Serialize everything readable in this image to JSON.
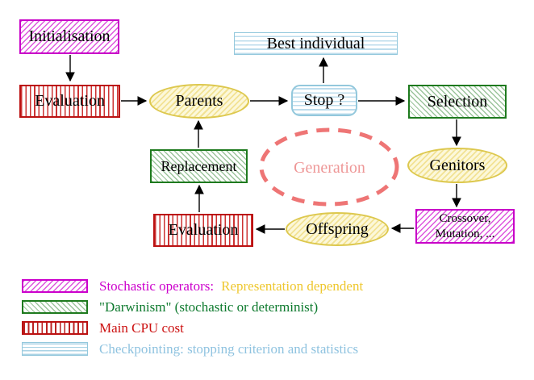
{
  "diagram": {
    "title": "evolutionary-algorithm-cycle",
    "nodes": {
      "initialisation": {
        "label": "Initialisation"
      },
      "evaluation_top": {
        "label": "Evaluation"
      },
      "parents": {
        "label": "Parents"
      },
      "best_individual": {
        "label": "Best individual"
      },
      "stop": {
        "label": "Stop ?"
      },
      "selection": {
        "label": "Selection"
      },
      "genitors": {
        "label": "Genitors"
      },
      "replacement": {
        "label": "Replacement"
      },
      "generation": {
        "label": "Generation"
      },
      "evaluation_bottom": {
        "label": "Evaluation"
      },
      "offspring": {
        "label": "Offspring"
      },
      "crossover": {
        "line1": "Crossover,",
        "line2": "Mutation, ..."
      }
    },
    "edges": [
      "initialisation->evaluation_top",
      "evaluation_top->parents",
      "parents->stop",
      "stop->best_individual",
      "stop->selection",
      "selection->genitors",
      "genitors->crossover",
      "crossover->offspring",
      "offspring->evaluation_bottom",
      "evaluation_bottom->replacement",
      "replacement->parents"
    ],
    "legend": {
      "row1": {
        "label": "Stochastic operators:",
        "label2": "Representation dependent"
      },
      "row2": {
        "label": "\"Darwinism\" (stochastic or determinist)"
      },
      "row3": {
        "label": "Main CPU cost"
      },
      "row4": {
        "label": "Checkpointing: stopping criterion and statistics"
      }
    },
    "colors": {
      "magenta": "#cc00cc",
      "red": "#cc1111",
      "green": "#1e7a1e",
      "cyan": "#93c8dc",
      "yellow_gold": "#eec72e",
      "salmon": "#ee7777",
      "arrow": "#000000"
    }
  }
}
